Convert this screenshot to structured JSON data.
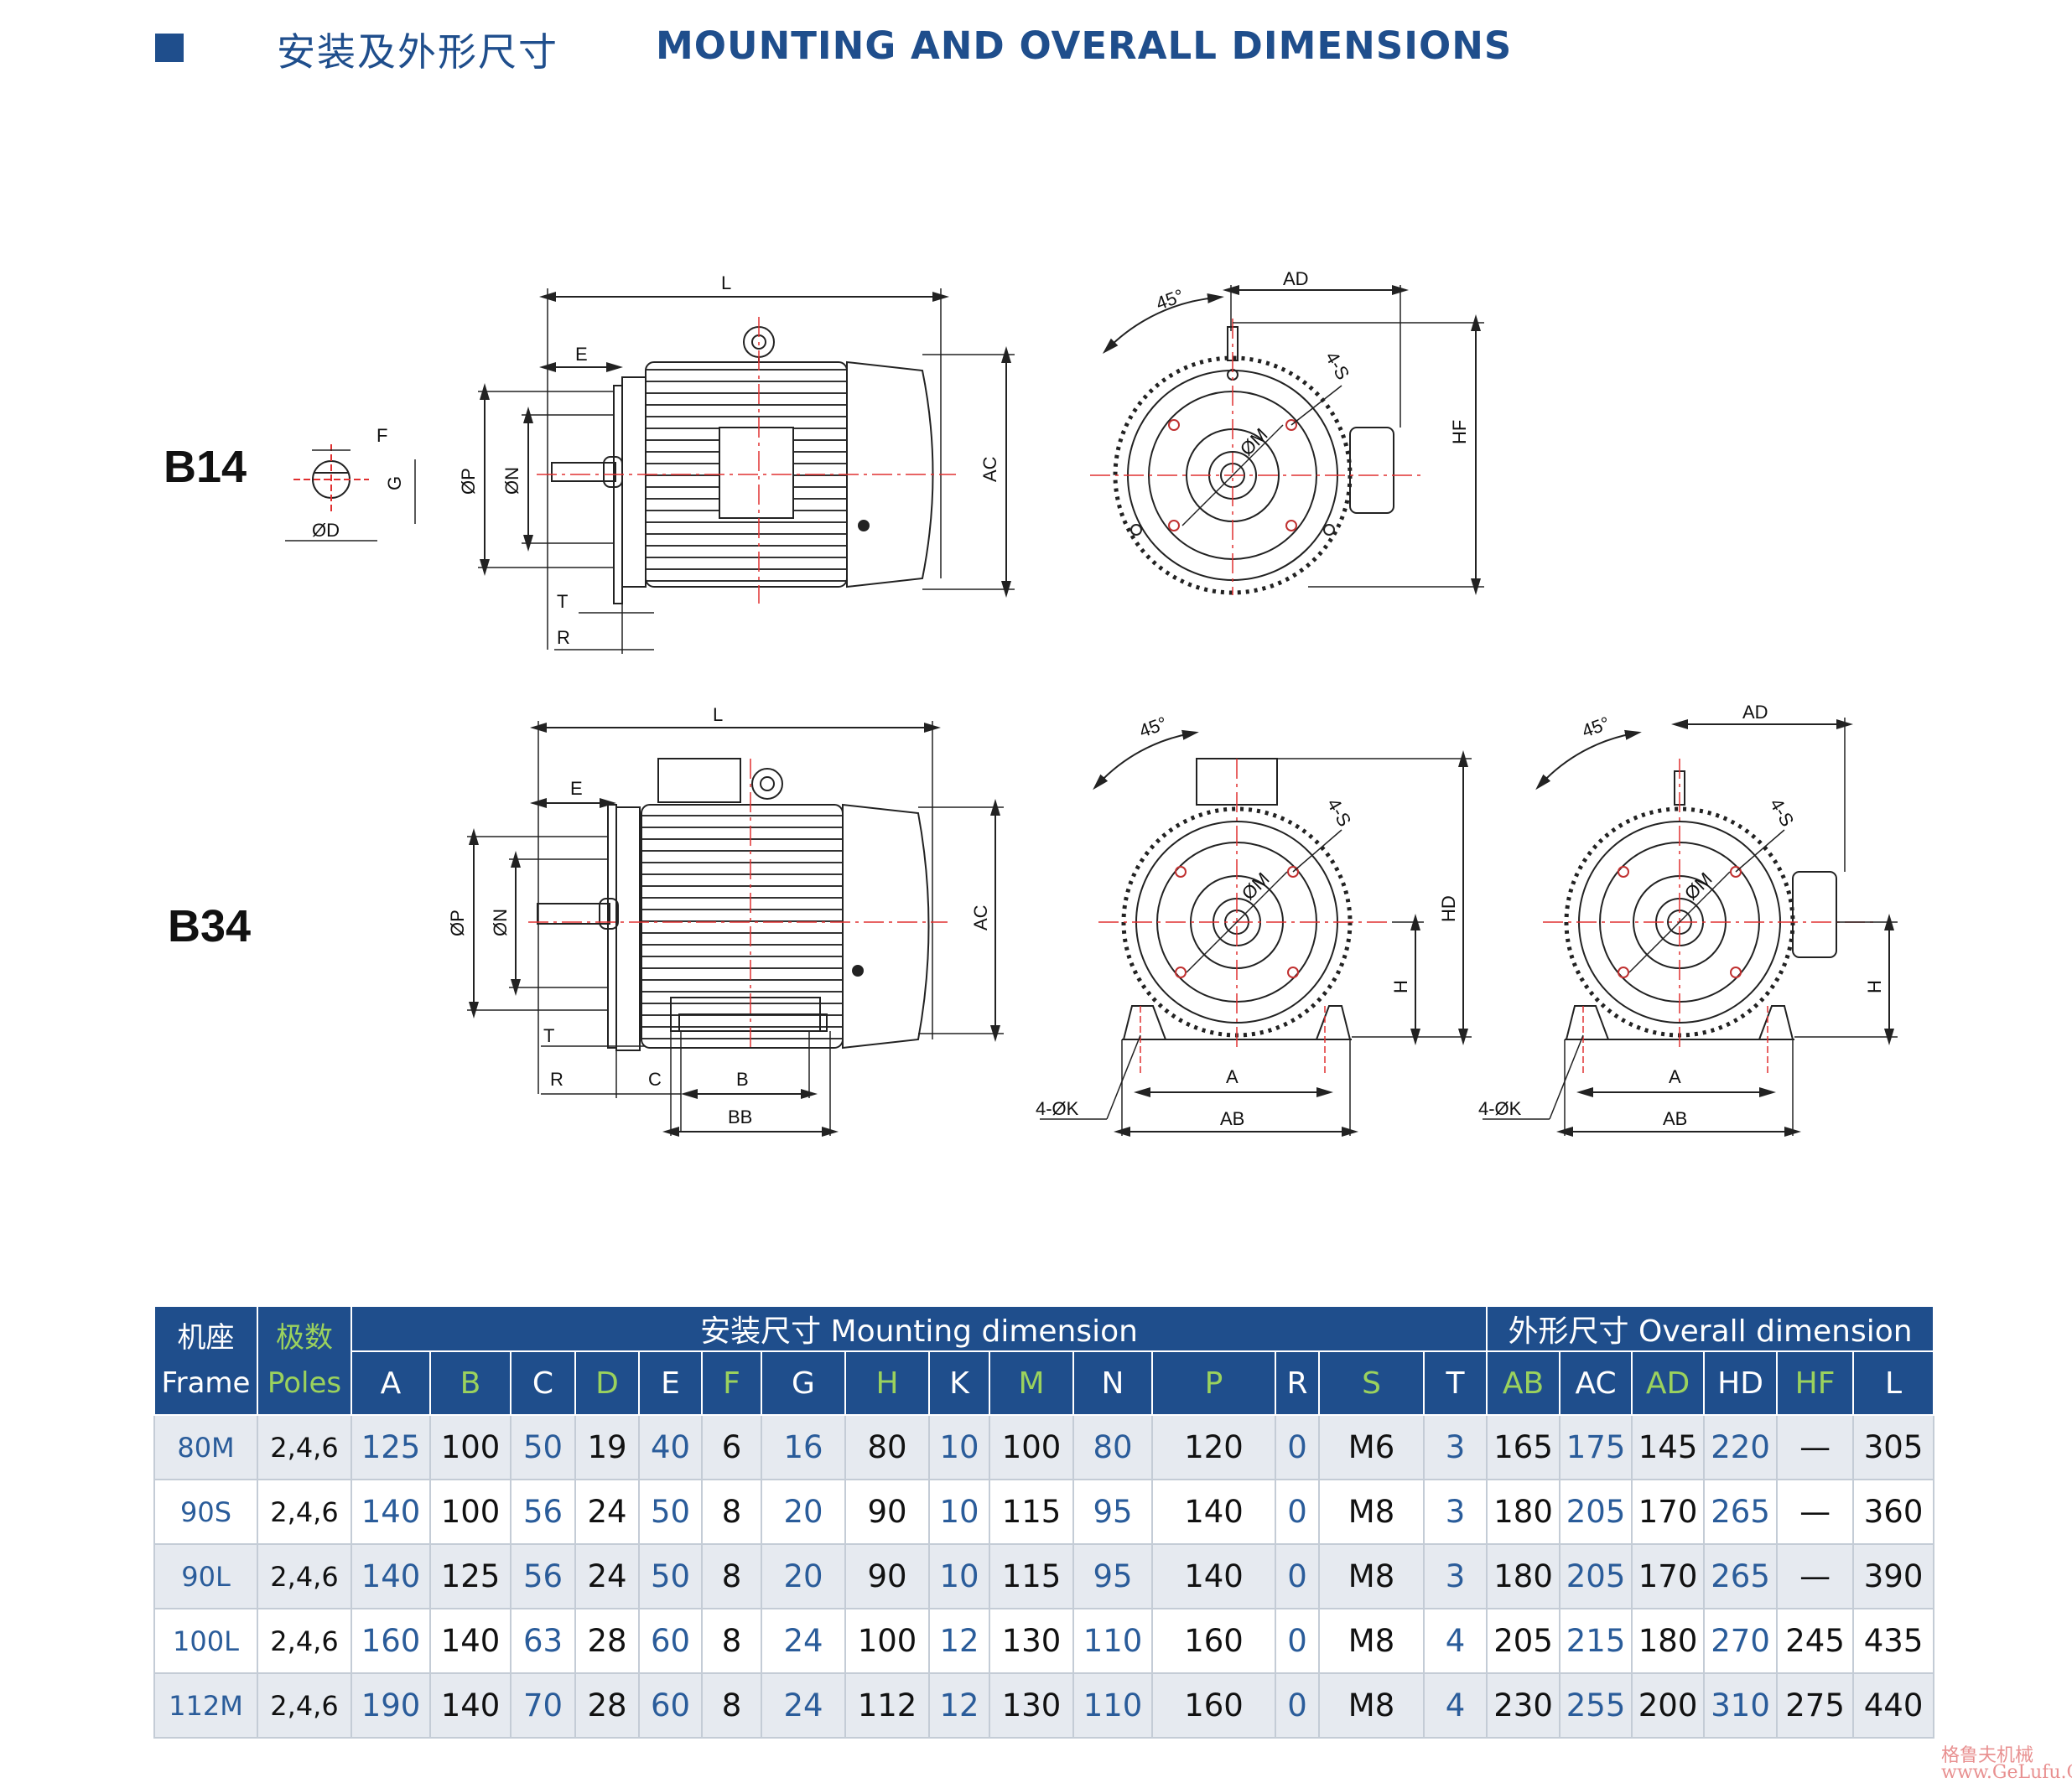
{
  "header": {
    "title_cn": "安装及外形尺寸",
    "title_en": "MOUNTING AND OVERALL DIMENSIONS"
  },
  "drawings": {
    "b14_label": "B14",
    "b34_label": "B34",
    "dims": {
      "L": "L",
      "E": "E",
      "F": "F",
      "G": "G",
      "D": "ØD",
      "P": "ØP",
      "N": "ØN",
      "T": "T",
      "R": "R",
      "AC": "AC",
      "AD": "AD",
      "HF": "HF",
      "HD": "HD",
      "H": "H",
      "M": "ØM",
      "S": "4-S",
      "angle": "45°",
      "C": "C",
      "B": "B",
      "BB": "BB",
      "A": "A",
      "AB": "AB",
      "K": "4-ØK"
    }
  },
  "table": {
    "frame_cn": "机座",
    "frame_en": "Frame",
    "poles_cn": "极数",
    "poles_en": "Poles",
    "mounting_header": "安装尺寸    Mounting dimension",
    "overall_header": "外形尺寸  Overall dimension",
    "columns": [
      "A",
      "B",
      "C",
      "D",
      "E",
      "F",
      "G",
      "H",
      "K",
      "M",
      "N",
      "P",
      "R",
      "S",
      "T",
      "AB",
      "AC",
      "AD",
      "HD",
      "HF",
      "L"
    ],
    "rows": [
      {
        "frame": "80M",
        "poles": "2,4,6",
        "values": [
          "125",
          "100",
          "50",
          "19",
          "40",
          "6",
          "16",
          "80",
          "10",
          "100",
          "80",
          "120",
          "0",
          "M6",
          "3",
          "165",
          "175",
          "145",
          "220",
          "—",
          "305"
        ]
      },
      {
        "frame": "90S",
        "poles": "2,4,6",
        "values": [
          "140",
          "100",
          "56",
          "24",
          "50",
          "8",
          "20",
          "90",
          "10",
          "115",
          "95",
          "140",
          "0",
          "M8",
          "3",
          "180",
          "205",
          "170",
          "265",
          "—",
          "360"
        ]
      },
      {
        "frame": "90L",
        "poles": "2,4,6",
        "values": [
          "140",
          "125",
          "56",
          "24",
          "50",
          "8",
          "20",
          "90",
          "10",
          "115",
          "95",
          "140",
          "0",
          "M8",
          "3",
          "180",
          "205",
          "170",
          "265",
          "—",
          "390"
        ]
      },
      {
        "frame": "100L",
        "poles": "2,4,6",
        "values": [
          "160",
          "140",
          "63",
          "28",
          "60",
          "8",
          "24",
          "100",
          "12",
          "130",
          "110",
          "160",
          "0",
          "M8",
          "4",
          "205",
          "215",
          "180",
          "270",
          "245",
          "435"
        ]
      },
      {
        "frame": "112M",
        "poles": "2,4,6",
        "values": [
          "190",
          "140",
          "70",
          "28",
          "60",
          "8",
          "24",
          "112",
          "12",
          "130",
          "110",
          "160",
          "0",
          "M8",
          "4",
          "230",
          "255",
          "200",
          "310",
          "275",
          "440"
        ]
      }
    ]
  },
  "watermark": "格鲁夫机械 www.GeLufu.Com"
}
